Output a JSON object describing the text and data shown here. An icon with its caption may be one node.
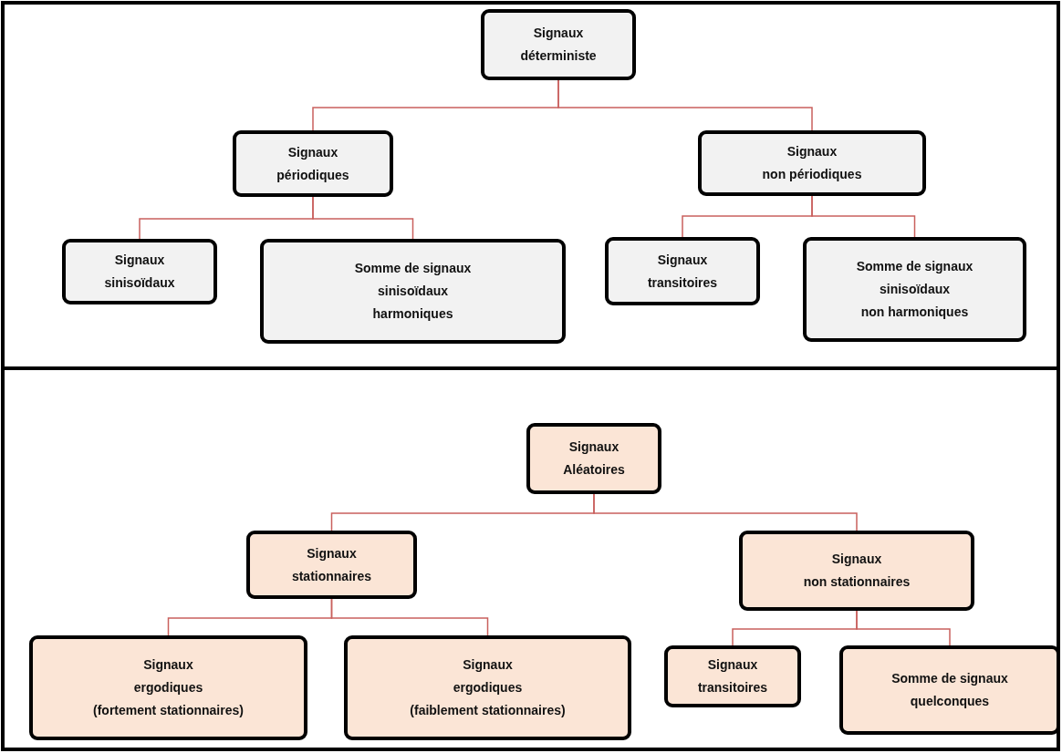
{
  "diagram": {
    "nodes": [
      {
        "text": [
          "Signaux déterministe"
        ]
      },
      {
        "text": [
          "Signaux périodiques"
        ]
      },
      {
        "text": [
          "Signaux non périodiques"
        ]
      },
      {
        "text": [
          "Signaux sinisoïdaux"
        ]
      },
      {
        "text": [
          "Somme de signaux sinisoïdaux harmoniques"
        ]
      },
      {
        "text": [
          "Signaux transitoires"
        ]
      },
      {
        "text": [
          "Somme de signaux sinisoïdaux non harmoniques"
        ]
      },
      {
        "text": [
          "Signaux Aléatoires"
        ]
      },
      {
        "text": [
          "Signaux stationnaires"
        ]
      },
      {
        "text": [
          "Signaux non stationnaires"
        ]
      },
      {
        "text": [
          "Signaux ergodiques (fortement stationnaires)"
        ]
      },
      {
        "text": [
          "Signaux ergodiques (faiblement stationnaires)"
        ]
      },
      {
        "text": [
          "Signaux transitoires"
        ]
      },
      {
        "text": [
          "Somme de signaux quelconques"
        ]
      }
    ],
    "edges": [
      {
        "from": 0,
        "to": 1,
        "arrow": "none"
      },
      {
        "from": 0,
        "to": 2,
        "arrow": "none"
      },
      {
        "from": 1,
        "to": 3,
        "arrow": "none"
      },
      {
        "from": 1,
        "to": 4,
        "arrow": "none"
      },
      {
        "from": 2,
        "to": 5,
        "arrow": "none"
      },
      {
        "from": 2,
        "to": 6,
        "arrow": "none"
      },
      {
        "from": 7,
        "to": 8,
        "arrow": "none"
      },
      {
        "from": 7,
        "to": 9,
        "arrow": "none"
      },
      {
        "from": 8,
        "to": 10,
        "arrow": "none"
      },
      {
        "from": 8,
        "to": 11,
        "arrow": "none"
      },
      {
        "from": 9,
        "to": 12,
        "arrow": "none"
      },
      {
        "from": 9,
        "to": 13,
        "arrow": "none"
      }
    ]
  }
}
